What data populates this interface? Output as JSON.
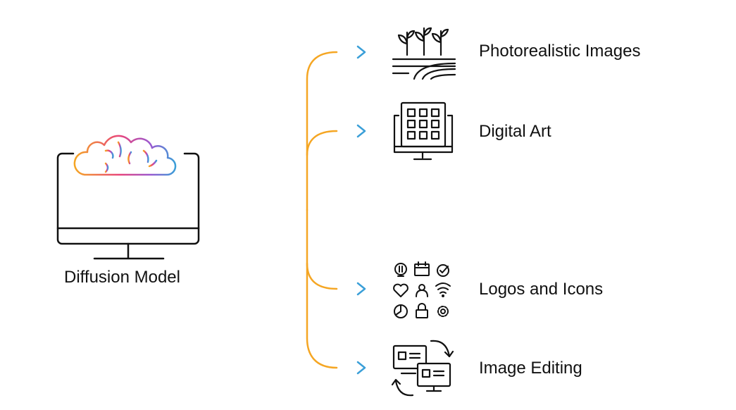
{
  "source": {
    "label": "Diffusion Model",
    "icon": "computer-monitor-with-brain-cloud-icon"
  },
  "outputs": [
    {
      "label": "Photorealistic Images",
      "icon": "plants-field-icon"
    },
    {
      "label": "Digital Art",
      "icon": "tablet-grid-icon"
    },
    {
      "label": "Logos and Icons",
      "icon": "icon-grid-icon"
    },
    {
      "label": "Image Editing",
      "icon": "swap-screens-icon"
    }
  ],
  "colors": {
    "orange": "#f5a623",
    "pink": "#e8457c",
    "purple": "#9b59d0",
    "blue": "#3a9fd8",
    "stroke": "#111111"
  }
}
